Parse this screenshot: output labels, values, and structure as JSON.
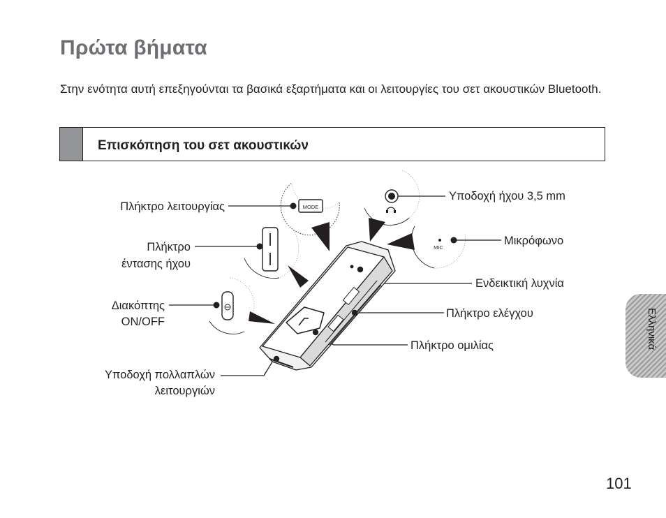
{
  "page": {
    "title": "Πρώτα βήματα",
    "intro": "Στην ενότητα αυτή επεξηγούνται τα βασικά εξαρτήματα και οι λειτουργίες του σετ ακουστικών Bluetooth.",
    "section_title": "Επισκόπηση του σετ ακουστικών",
    "side_tab": "Ελληνικά",
    "page_number": "101"
  },
  "diagram": {
    "labels": {
      "mode_button": "Πλήκτρο λειτουργίας",
      "volume_button_1": "Πλήκτρο",
      "volume_button_2": "έντασης ήχου",
      "power_switch_1": "Διακόπτης",
      "power_switch_2": "ON/OFF",
      "multi_jack_1": "Υποδοχή πολλαπλών",
      "multi_jack_2": "λειτουργιών",
      "audio_jack": "Υποδοχή ήχου 3,5 mm",
      "microphone": "Μικρόφωνο",
      "indicator_light": "Ενδεικτική λυχνία",
      "control_button": "Πλήκτρο ελέγχου",
      "talk_button": "Πλήκτρο ομιλίας"
    },
    "device_text": {
      "mode": "MODE",
      "mic": "MIC"
    }
  }
}
